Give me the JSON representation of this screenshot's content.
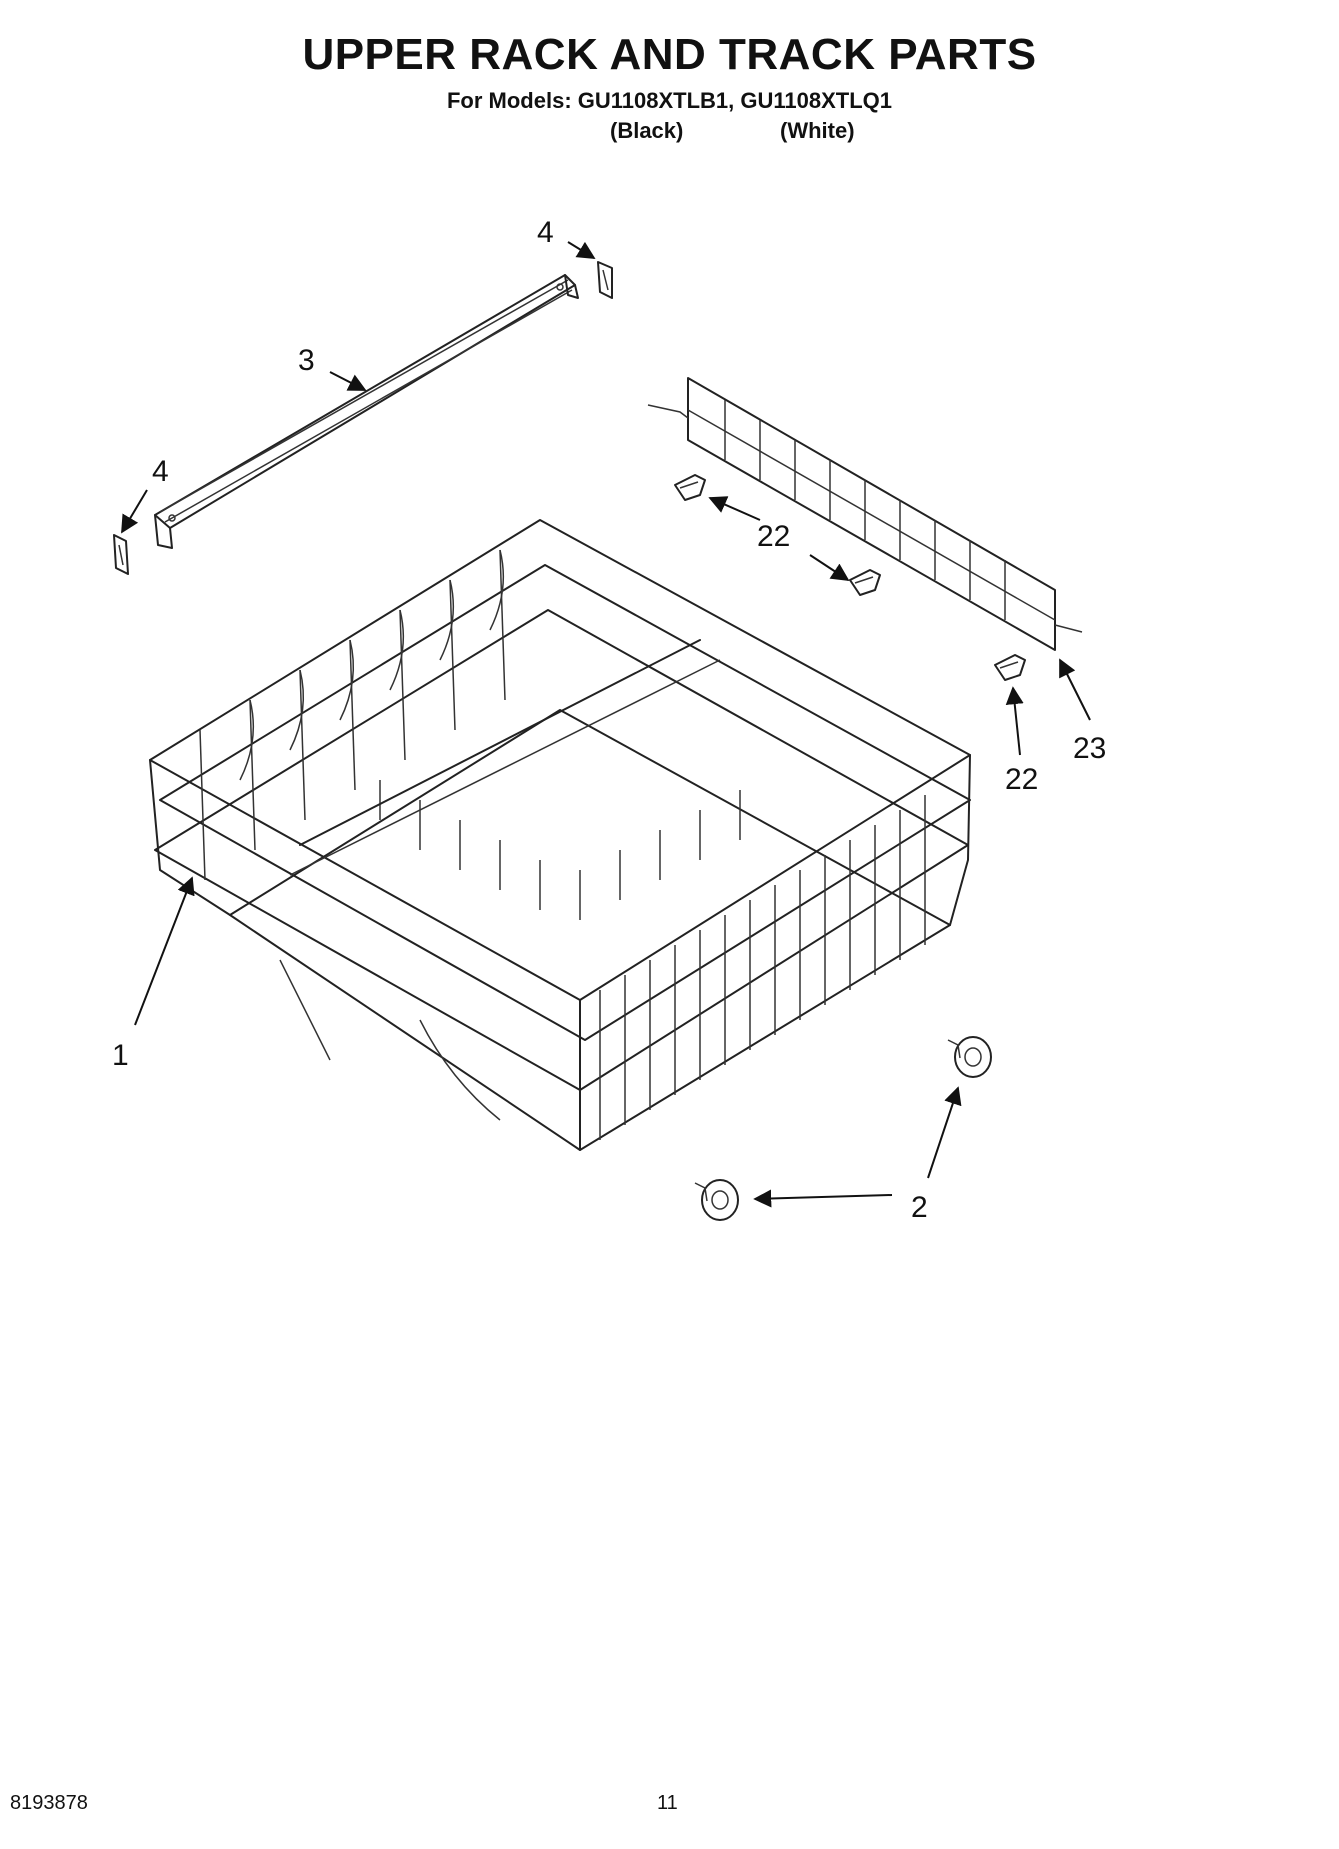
{
  "header": {
    "title": "UPPER RACK AND TRACK PARTS",
    "models_line": "For Models: GU1108XTLB1, GU1108XTLQ1",
    "variant_black": "(Black)",
    "variant_white": "(White)"
  },
  "callouts": {
    "c1": "1",
    "c2": "2",
    "c3": "3",
    "c4_top": "4",
    "c4_left": "4",
    "c22_a": "22",
    "c22_b": "22",
    "c23": "23"
  },
  "footer": {
    "doc_number": "8193878",
    "page_number": "11"
  }
}
